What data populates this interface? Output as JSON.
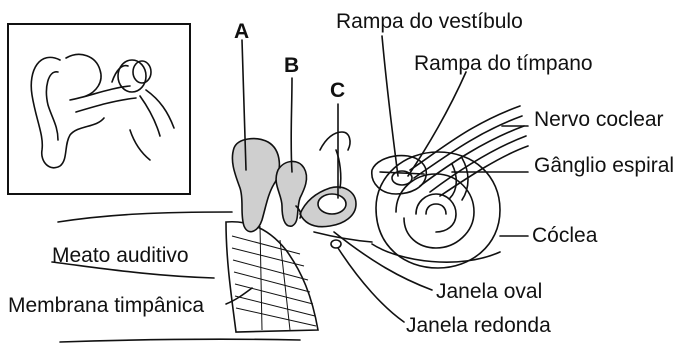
{
  "letters": {
    "a": "A",
    "b": "B",
    "c": "C"
  },
  "labels": {
    "rampa_vestibulo": "Rampa do vestíbulo",
    "rampa_timpano": "Rampa do tímpano",
    "nervo_coclear": "Nervo coclear",
    "ganglio_espiral": "Gânglio espiral",
    "coclea": "Cóclea",
    "meato_auditivo": "Meato auditivo",
    "membrana_timpanica": "Membrana timpânica",
    "janela_oval": "Janela oval",
    "janela_redonda": "Janela redonda"
  }
}
